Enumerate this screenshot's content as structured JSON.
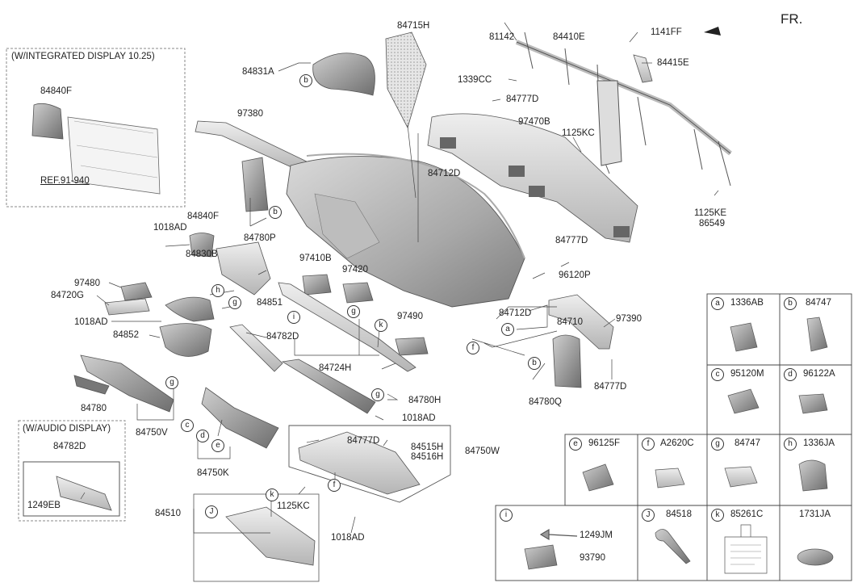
{
  "header": {
    "direction_label": "FR."
  },
  "insets": {
    "integrated_display_title": "(W/INTEGRATED DISPLAY 10.25)",
    "ref_label": "REF.91-940",
    "audio_display_title": "(W/AUDIO DISPLAY)"
  },
  "labels": {
    "p84715H": "84715H",
    "p81142": "81142",
    "p84410E": "84410E",
    "p1141FF": "1141FF",
    "p84415E": "84415E",
    "p1339CC": "1339CC",
    "p84831A": "84831A",
    "p84840F_top": "84840F",
    "p97380": "97380",
    "p84777D_top": "84777D",
    "p97470B": "97470B",
    "p1125KC_top": "1125KC",
    "p84712D_top": "84712D",
    "p1125KE": "1125KE",
    "p86549": "86549",
    "p84840F_mid": "84840F",
    "p1018AD_a": "1018AD",
    "p84780P": "84780P",
    "p84777D_mid": "84777D",
    "p84830B": "84830B",
    "p97410B": "97410B",
    "p97420": "97420",
    "p96120P": "96120P",
    "p97480": "97480",
    "p84720G": "84720G",
    "p84851": "84851",
    "p84712D_mid": "84712D",
    "p84710": "84710",
    "p97390": "97390",
    "p1018AD_b": "1018AD",
    "p97490": "97490",
    "p84852": "84852",
    "p84782D_mid": "84782D",
    "p84724H": "84724H",
    "p84780Q": "84780Q",
    "p84777D_low": "84777D",
    "p84780": "84780",
    "p84750V": "84750V",
    "p84780H": "84780H",
    "p1018AD_c": "1018AD",
    "p84782D_low": "84782D",
    "p1249EB": "1249EB",
    "p84777D_box": "84777D",
    "p84515H": "84515H",
    "p84516H": "84516H",
    "p84750W": "84750W",
    "p84750K": "84750K",
    "p84510": "84510",
    "p1125KC_low": "1125KC",
    "p1018AD_d": "1018AD"
  },
  "callouts": {
    "b1": "b",
    "b2": "b",
    "b3": "b",
    "h": "h",
    "g1": "g",
    "g2": "g",
    "g3": "g",
    "g4": "g",
    "i": "i",
    "k1": "k",
    "k2": "k",
    "a": "a",
    "f1": "f",
    "f2": "f",
    "c": "c",
    "d": "d",
    "e": "e",
    "J": "J"
  },
  "legend": {
    "cells": [
      {
        "letter": "a",
        "part": "1336AB"
      },
      {
        "letter": "b",
        "part": "84747"
      },
      {
        "letter": "c",
        "part": "95120M"
      },
      {
        "letter": "d",
        "part": "96122A"
      },
      {
        "letter": "e",
        "part": "96125F"
      },
      {
        "letter": "f",
        "part": "A2620C"
      },
      {
        "letter": "g",
        "part": "84747"
      },
      {
        "letter": "h",
        "part": "1336JA"
      },
      {
        "letter": "i",
        "part": ""
      },
      {
        "letter": "J",
        "part": "84518"
      },
      {
        "letter": "k",
        "part": "85261C"
      },
      {
        "letter": "",
        "part": "1731JA"
      }
    ],
    "i_sub1": "1249JM",
    "i_sub2": "93790"
  }
}
